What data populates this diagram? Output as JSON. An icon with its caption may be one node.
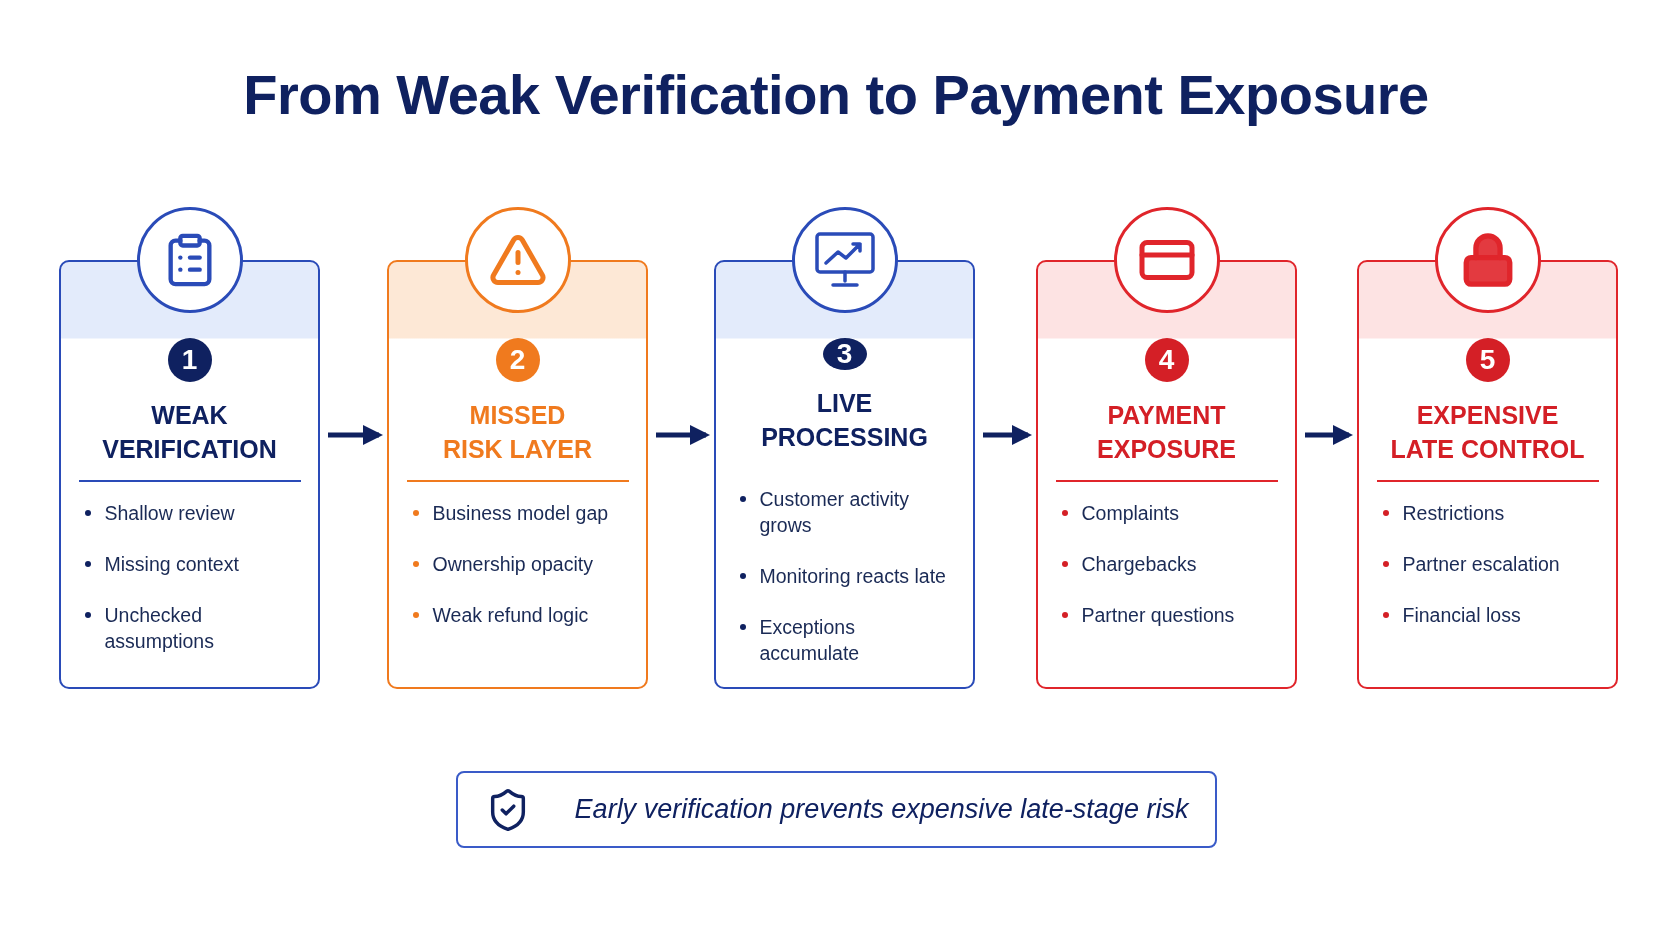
{
  "diagram": {
    "title": "From Weak Verification to Payment Exposure",
    "nodes": [
      {
        "text": [
          "1",
          "WEAK VERIFICATION",
          "Shallow review",
          "Missing context",
          "Unchecked assumptions"
        ]
      },
      {
        "text": [
          "2",
          "MISSED RISK LAYER",
          "Business model gap",
          "Ownership opacity",
          "Weak refund logic"
        ]
      },
      {
        "text": [
          "3",
          "LIVE PROCESSING",
          "Customer activity grows",
          "Monitoring reacts late",
          "Exceptions accumulate"
        ]
      },
      {
        "text": [
          "4",
          "PAYMENT EXPOSURE",
          "Complaints",
          "Chargebacks",
          "Partner questions"
        ]
      },
      {
        "text": [
          "5",
          "EXPENSIVE LATE CONTROL",
          "Restrictions",
          "Partner escalation",
          "Financial loss"
        ]
      },
      {
        "text": [
          "Early verification prevents expensive late-stage risk"
        ]
      }
    ],
    "edges": [
      {
        "from": 0,
        "to": 1,
        "arrow": "to"
      },
      {
        "from": 1,
        "to": 2,
        "arrow": "to"
      },
      {
        "from": 2,
        "to": 3,
        "arrow": "to"
      },
      {
        "from": 3,
        "to": 4,
        "arrow": "to"
      }
    ]
  }
}
